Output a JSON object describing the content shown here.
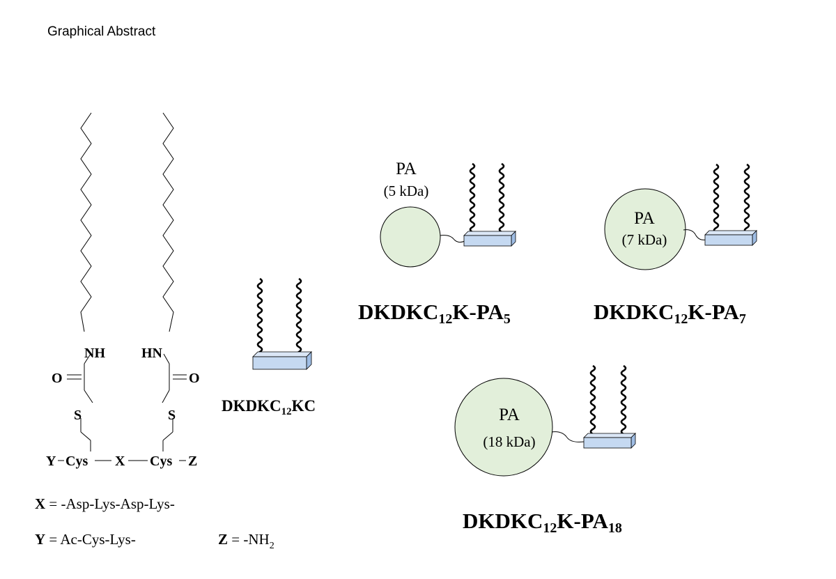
{
  "page_title": "Graphical Abstract",
  "structure": {
    "nh_left": "NH",
    "nh_right": "HN",
    "o_left": "O",
    "o_right": "O",
    "s_left": "S",
    "s_right": "S",
    "backbone": {
      "y": "Y",
      "cys1": "Cys",
      "x": "X",
      "cys2": "Cys",
      "z": "Z"
    }
  },
  "legend": {
    "x_key": "X",
    "x_value": " = -Asp-Lys-Asp-Lys-",
    "y_key": "Y",
    "y_value": " = Ac-Cys-Lys-",
    "z_key": "Z",
    "z_value": " = -NH",
    "z_sub": "2"
  },
  "conjugates": {
    "base": {
      "main": "DKDKC",
      "sub": "12",
      "tail": "KC"
    },
    "pa5": {
      "circle_label": "PA",
      "circle_mass": "(5 kDa)",
      "main": "DKDKC",
      "sub": "12",
      "mid": "K-PA",
      "sub2": "5"
    },
    "pa7": {
      "circle_label": "PA",
      "circle_mass": "(7 kDa)",
      "main": "DKDKC",
      "sub": "12",
      "mid": "K-PA",
      "sub2": "7"
    },
    "pa18": {
      "circle_label": "PA",
      "circle_mass": "(18 kDa)",
      "main": "DKDKC",
      "sub": "12",
      "mid": "K-PA",
      "sub2": "18"
    }
  },
  "colors": {
    "circle_fill": "#e2efda",
    "block_fill": "#c5d9f1",
    "block_top": "#dbe7f6",
    "block_side": "#9fbde4",
    "line": "#000000"
  }
}
